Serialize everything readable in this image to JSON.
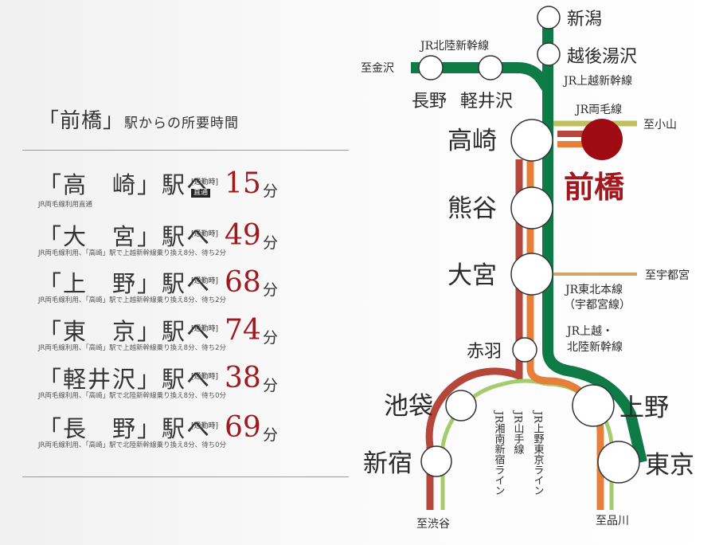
{
  "panel": {
    "heading": "「前橋」",
    "heading_sub": "駅からの所要時間",
    "routes": [
      {
        "dest": "「高　崎」駅へ",
        "commute": "[通勤時]",
        "direct": "直通",
        "minutes": "15",
        "unit": "分",
        "note": "JR両毛線利用直通"
      },
      {
        "dest": "「大　宮」駅へ",
        "commute": "[通勤時]",
        "minutes": "49",
        "unit": "分",
        "note": "JR両毛線利用、「高崎」駅で上越新幹線乗り換え8分、待ち2分"
      },
      {
        "dest": "「上　野」駅へ",
        "commute": "[通勤時]",
        "minutes": "68",
        "unit": "分",
        "note": "JR両毛線利用、「高崎」駅で上越新幹線乗り換え8分、待ち2分"
      },
      {
        "dest": "「東　京」駅へ",
        "commute": "[通勤時]",
        "minutes": "74",
        "unit": "分",
        "note": "JR両毛線利用、「高崎」駅で上越新幹線乗り換え8分、待ち2分"
      },
      {
        "dest": "「軽井沢」駅へ",
        "commute": "[通勤時]",
        "minutes": "38",
        "unit": "分",
        "note": "JR両毛線利用、「高崎」駅で北陸新幹線乗り換え8分、待ち0分"
      },
      {
        "dest": "「長　野」駅へ",
        "commute": "[通勤時]",
        "minutes": "69",
        "unit": "分",
        "note": "JR両毛線利用、「高崎」駅で北陸新幹線乗り換え8分、待ち0分"
      }
    ]
  },
  "map": {
    "stations": {
      "niigata": "新潟",
      "echigo_yuzawa": "越後湯沢",
      "nagano": "長野",
      "karuizawa": "軽井沢",
      "takasaki": "高崎",
      "maebashi": "前橋",
      "kumagaya": "熊谷",
      "omiya": "大宮",
      "akabane": "赤羽",
      "ikebukuro": "池袋",
      "shinjuku": "新宿",
      "ueno": "上野",
      "tokyo": "東京"
    },
    "lines": {
      "hokuriku_shinkansen": "JR北陸新幹線",
      "joetsu_shinkansen": "JR上越新幹線",
      "ryomo": "JR両毛線",
      "tohoku_line_1": "JR東北本線",
      "tohoku_line_2": "（宇都宮線）",
      "joetsu_hokuriku_1": "JR上越・",
      "joetsu_hokuriku_2": "北陸新幹線",
      "shonan_shinjuku": "JR湘南新宿ライン",
      "yamanote": "JR山手線",
      "ueno_tokyo": "JR上野東京ライン"
    },
    "directions": {
      "kanazawa": "至金沢",
      "oyama": "至小山",
      "utsunomiya": "至宇都宮",
      "shibuya": "至渋谷",
      "shinagawa": "至品川"
    },
    "colors": {
      "shinkansen": "#0e7a46",
      "ryomo": "#c0c060",
      "takasaki_line": "#b5463a",
      "ueno_tokyo_line": "#e67f3a",
      "yamanote": "#a4cc6a",
      "maebashi": "#9e0b13",
      "tohoku": "#d4a36a"
    }
  }
}
